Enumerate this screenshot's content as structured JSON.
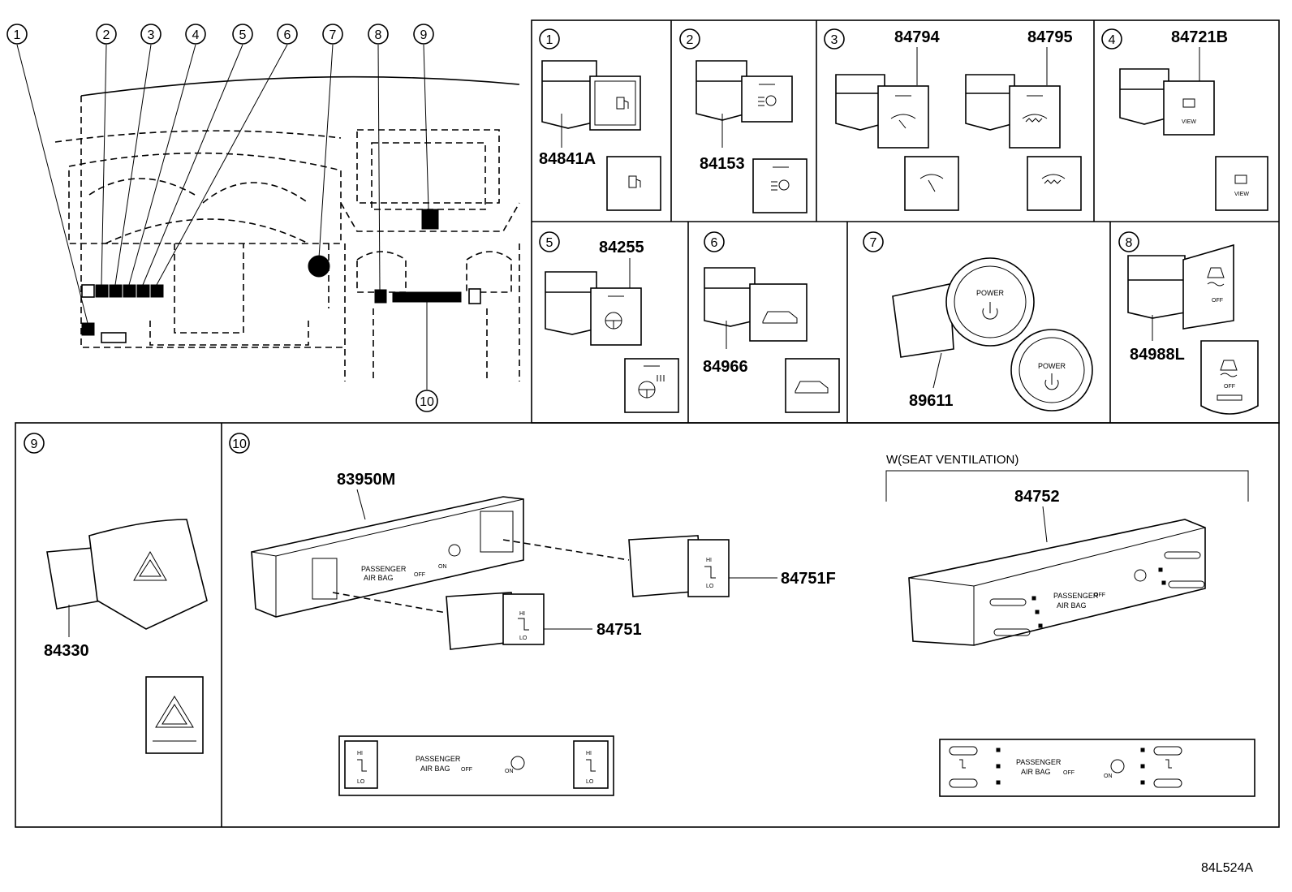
{
  "overview": {
    "callouts": [
      "1",
      "2",
      "3",
      "4",
      "5",
      "6",
      "7",
      "8",
      "9",
      "10"
    ]
  },
  "panels": {
    "p1": {
      "num": "1",
      "part": "84841A"
    },
    "p2": {
      "num": "2",
      "part": "84153"
    },
    "p3": {
      "num": "3",
      "part_a": "84794",
      "part_b": "84795"
    },
    "p4": {
      "num": "4",
      "part": "84721B",
      "icon_text": "VIEW"
    },
    "p5": {
      "num": "5",
      "part": "84255"
    },
    "p6": {
      "num": "6",
      "part": "84966"
    },
    "p7": {
      "num": "7",
      "part": "89611",
      "icon_text": "POWER"
    },
    "p8": {
      "num": "8",
      "part": "84988L",
      "icon_text": "OFF"
    },
    "p9": {
      "num": "9",
      "part": "84330"
    },
    "p10": {
      "num": "10",
      "housing_part": "83950M",
      "switch_part": "84751",
      "switch_part_f": "84751F",
      "vent_note": "W(SEAT VENTILATION)",
      "vent_part": "84752",
      "airbag_line1": "PASSENGER",
      "airbag_line2": "AIR BAG",
      "off_text": "OFF",
      "on_text": "ON",
      "hi": "HI",
      "lo": "LO"
    }
  },
  "reference": "84L524A"
}
